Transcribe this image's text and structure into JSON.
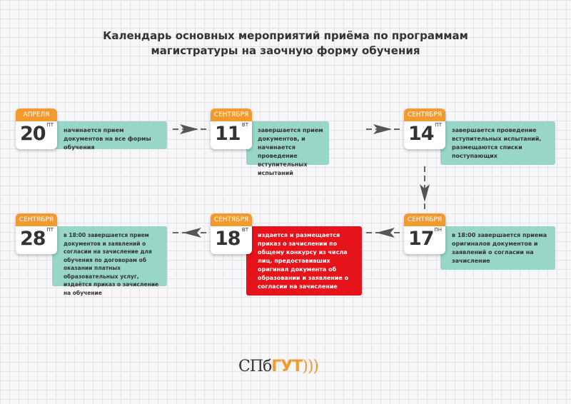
{
  "title": {
    "line1": "Календарь основных мероприятий приёма по программам",
    "line2": "магистратуры на заочную форму обучения"
  },
  "events": [
    {
      "month": "АПРЕЛЯ",
      "day": "20",
      "weekday": "ПТ",
      "text": "начинается прием документов на все формы обучения"
    },
    {
      "month": "СЕНТЯБРЯ",
      "day": "11",
      "weekday": "ВТ",
      "text": "завершается прием документов, и начинается проведение вступительных испытаний"
    },
    {
      "month": "СЕНТЯБРЯ",
      "day": "14",
      "weekday": "ПТ",
      "text": "завершается проведение вступительных испытаний, размещаются списки поступающих"
    },
    {
      "month": "СЕНТЯБРЯ",
      "day": "17",
      "weekday": "ПН",
      "text": "в 18:00 завершается приема оригиналов документов и заявлений о согласии на зачисление"
    },
    {
      "month": "СЕНТЯБРЯ",
      "day": "18",
      "weekday": "ВТ",
      "text": "издается и размещается приказ о зачислении по общему конкурсу из числа лиц, предоставивших оригинал документа об образовании и заявление о согласии на зачисление"
    },
    {
      "month": "СЕНТЯБРЯ",
      "day": "28",
      "weekday": "ПТ",
      "text": "в 18:00 завершается прием документов и заявлений о согласии на зачисление для обучения по договорам об оказании платных образовательных услуг, издаётся приказ о зачисление на обучение"
    }
  ],
  "logo": {
    "part1": "СПб",
    "part2": "ГУТ",
    "waves": ")))"
  },
  "colors": {
    "accent": "#f29a2e",
    "box": "#98d6c8",
    "highlight": "#e5141b"
  }
}
